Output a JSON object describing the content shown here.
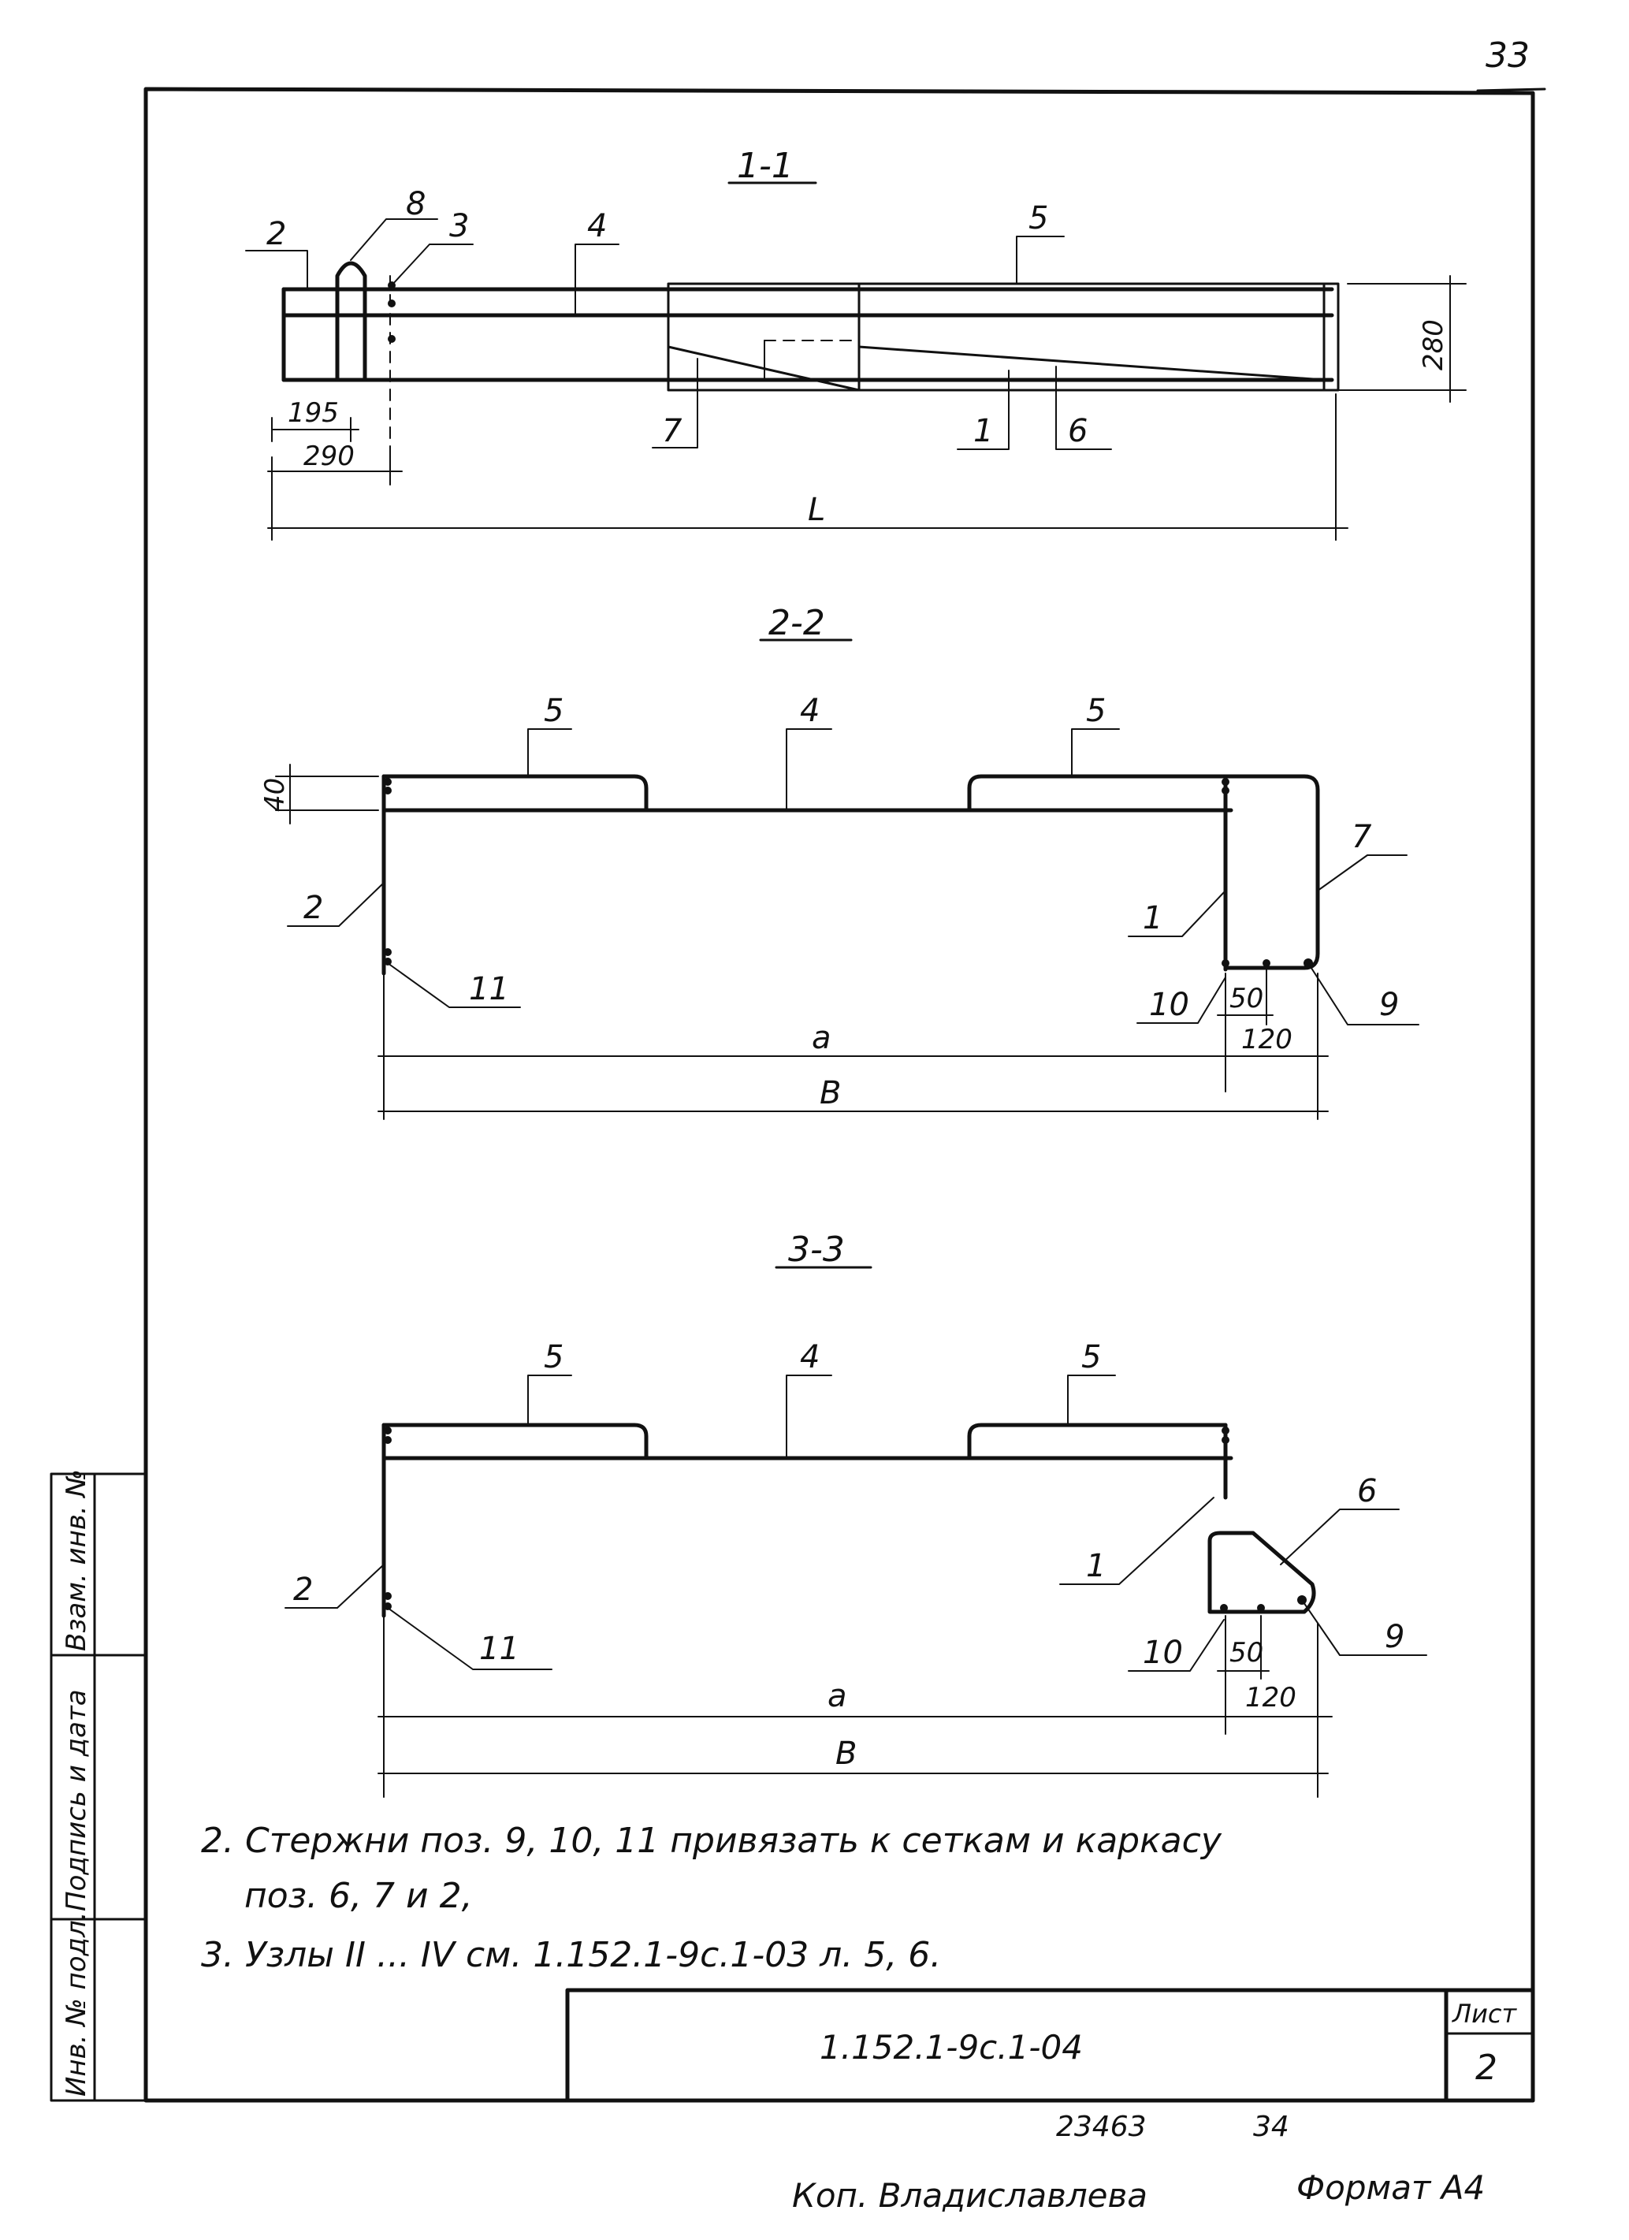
{
  "page_number": "33",
  "sections": {
    "s11": {
      "title": "1-1",
      "labels": [
        "2",
        "8",
        "3",
        "4",
        "5",
        "7",
        "1",
        "6"
      ],
      "dims": {
        "d195": "195",
        "d290": "290",
        "dL": "L",
        "d280": "280"
      }
    },
    "s22": {
      "title": "2-2",
      "labels": [
        "5",
        "4",
        "5",
        "7",
        "2",
        "1",
        "11",
        "10",
        "9"
      ],
      "dims": {
        "d40": "40",
        "d50": "50",
        "d120": "120",
        "da": "a",
        "dB": "B"
      }
    },
    "s33": {
      "title": "3-3",
      "labels": [
        "5",
        "4",
        "5",
        "6",
        "2",
        "1",
        "11",
        "10",
        "9"
      ],
      "dims": {
        "d50": "50",
        "d120": "120",
        "da": "a",
        "dB": "B"
      }
    }
  },
  "notes": [
    "2. Стержни поз. 9, 10, 11 привязать к сеткам и каркасу",
    "поз. 6, 7 и 2,",
    "3. Узлы II ... IV см. 1.152.1-9с.1-03 л. 5, 6."
  ],
  "side_stamp": [
    "Взам. инв. №",
    "Подпись и дата",
    "Инв. № подл."
  ],
  "title_block": {
    "code": "1.152.1-9с.1-04",
    "sheet_label": "Лист",
    "sheet_number": "2"
  },
  "footer": {
    "archive_number": "23463",
    "archive_page": "34",
    "copied_by": "Коп. Владиславлева",
    "format": "Формат А4"
  }
}
